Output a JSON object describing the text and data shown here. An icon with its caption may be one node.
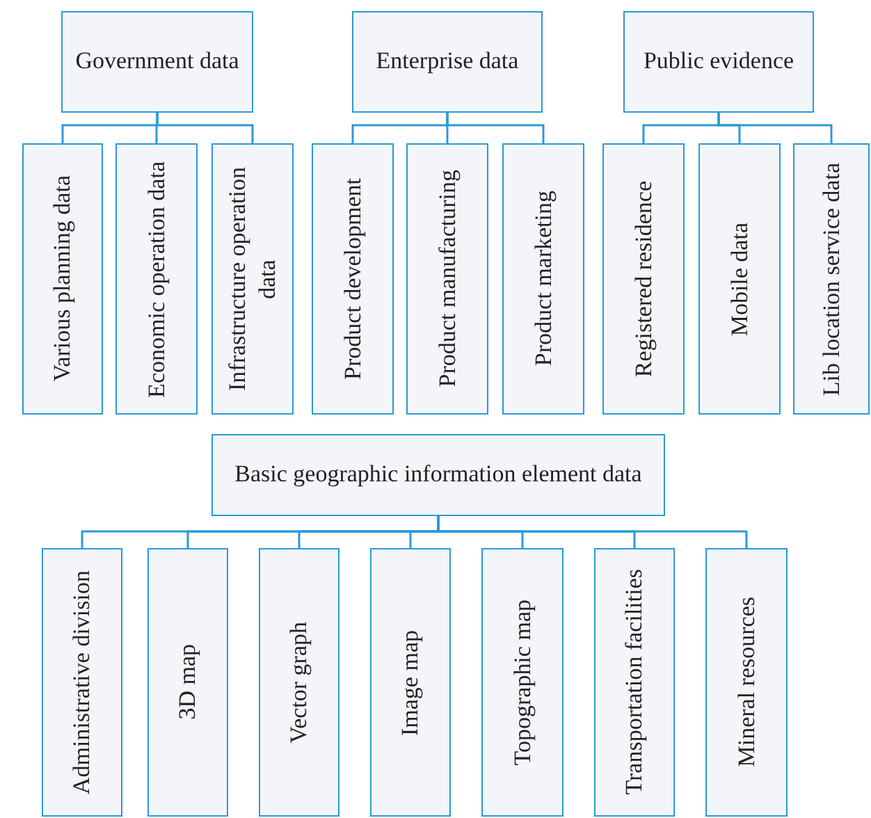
{
  "diagram": {
    "nodes": [
      {
        "text": [
          "Government data"
        ]
      },
      {
        "text": [
          "Enterprise data"
        ]
      },
      {
        "text": [
          "Public evidence"
        ]
      },
      {
        "text": [
          "Various planning data"
        ]
      },
      {
        "text": [
          "Economic operation data"
        ]
      },
      {
        "text": [
          "Infrastructure operation data"
        ]
      },
      {
        "text": [
          "Product development"
        ]
      },
      {
        "text": [
          "Product manufacturing"
        ]
      },
      {
        "text": [
          "Product marketing"
        ]
      },
      {
        "text": [
          "Registered residence"
        ]
      },
      {
        "text": [
          "Mobile data"
        ]
      },
      {
        "text": [
          "Lib location service data"
        ]
      },
      {
        "text": [
          "Basic geographic information element data"
        ]
      },
      {
        "text": [
          "Administrative division"
        ]
      },
      {
        "text": [
          "3D map"
        ]
      },
      {
        "text": [
          "Vector graph"
        ]
      },
      {
        "text": [
          "Image map"
        ]
      },
      {
        "text": [
          "Topographic map"
        ]
      },
      {
        "text": [
          "Transportation facilities"
        ]
      },
      {
        "text": [
          "Mineral resources"
        ]
      }
    ],
    "edges": [
      {
        "from": 0,
        "to": 3,
        "arrow": "none"
      },
      {
        "from": 0,
        "to": 4,
        "arrow": "none"
      },
      {
        "from": 0,
        "to": 5,
        "arrow": "none"
      },
      {
        "from": 1,
        "to": 6,
        "arrow": "none"
      },
      {
        "from": 1,
        "to": 7,
        "arrow": "none"
      },
      {
        "from": 1,
        "to": 8,
        "arrow": "none"
      },
      {
        "from": 2,
        "to": 9,
        "arrow": "none"
      },
      {
        "from": 2,
        "to": 10,
        "arrow": "none"
      },
      {
        "from": 2,
        "to": 11,
        "arrow": "none"
      },
      {
        "from": 12,
        "to": 13,
        "arrow": "none"
      },
      {
        "from": 12,
        "to": 14,
        "arrow": "none"
      },
      {
        "from": 12,
        "to": 15,
        "arrow": "none"
      },
      {
        "from": 12,
        "to": 16,
        "arrow": "none"
      },
      {
        "from": 12,
        "to": 17,
        "arrow": "none"
      },
      {
        "from": 12,
        "to": 18,
        "arrow": "none"
      },
      {
        "from": 12,
        "to": 19,
        "arrow": "none"
      }
    ]
  }
}
